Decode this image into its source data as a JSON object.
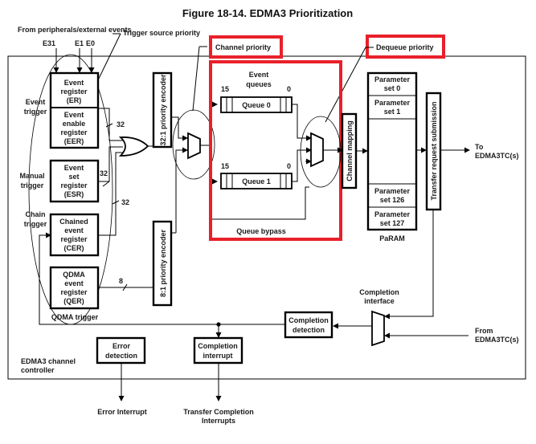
{
  "figure": {
    "title": "Figure 18-14. EDMA3 Prioritization"
  },
  "callouts": {
    "from_peripherals": "From peripherals/external events",
    "trigger_source_priority": "Trigger source priority",
    "channel_priority": "Channel priority",
    "dequeue_priority": "Dequeue priority"
  },
  "event_inputs": [
    "E31",
    "E1",
    "E0"
  ],
  "triggers": {
    "event": [
      "Event",
      "trigger"
    ],
    "manual": [
      "Manual",
      "trigger"
    ],
    "chain": [
      "Chain",
      "trigger"
    ],
    "qdma": "QDMA trigger"
  },
  "registers": {
    "er": [
      "Event",
      "register",
      "(ER)"
    ],
    "eer": [
      "Event",
      "enable",
      "register",
      "(EER)"
    ],
    "esr": [
      "Event",
      "set",
      "register",
      "(ESR)"
    ],
    "cer": [
      "Chained",
      "event",
      "register",
      "(CER)"
    ],
    "qer": [
      "QDMA",
      "event",
      "register",
      "(QER)"
    ]
  },
  "bus_widths": {
    "eer": "32",
    "esr": "32",
    "cer": "32",
    "qer": "8"
  },
  "encoders": {
    "enc32": "32:1 priority encoder",
    "enc8": "8:1 priority encoder"
  },
  "queues": {
    "heading": [
      "Event",
      "queues"
    ],
    "items": [
      {
        "label": "Queue 0",
        "high": "15",
        "low": "0"
      },
      {
        "label": "Queue 1",
        "high": "15",
        "low": "0"
      }
    ],
    "bypass": "Queue bypass"
  },
  "channel_mapping": "Channel mapping",
  "param_ram": {
    "sets": [
      [
        "Parameter",
        "set 0"
      ],
      [
        "Parameter",
        "set 1"
      ],
      [
        "Parameter",
        "set 126"
      ],
      [
        "Parameter",
        "set 127"
      ]
    ],
    "label": "PaRAM"
  },
  "transfer_request": "Transfer request submission",
  "to_tc": [
    "To",
    "EDMA3TC(s)"
  ],
  "from_tc": [
    "From",
    "EDMA3TC(s)"
  ],
  "completion_interface": [
    "Completion",
    "interface"
  ],
  "completion_detection": [
    "Completion",
    "detection"
  ],
  "error_detection": [
    "Error",
    "detection"
  ],
  "completion_interrupt": [
    "Completion",
    "interrupt"
  ],
  "controller_label": [
    "EDMA3 channel",
    "controller"
  ],
  "outputs": {
    "error_interrupt": "Error Interrupt",
    "transfer_completion": [
      "Transfer Completion",
      "Interrupts"
    ]
  },
  "colors": {
    "highlight": "#e8202a",
    "line": "#000000"
  }
}
